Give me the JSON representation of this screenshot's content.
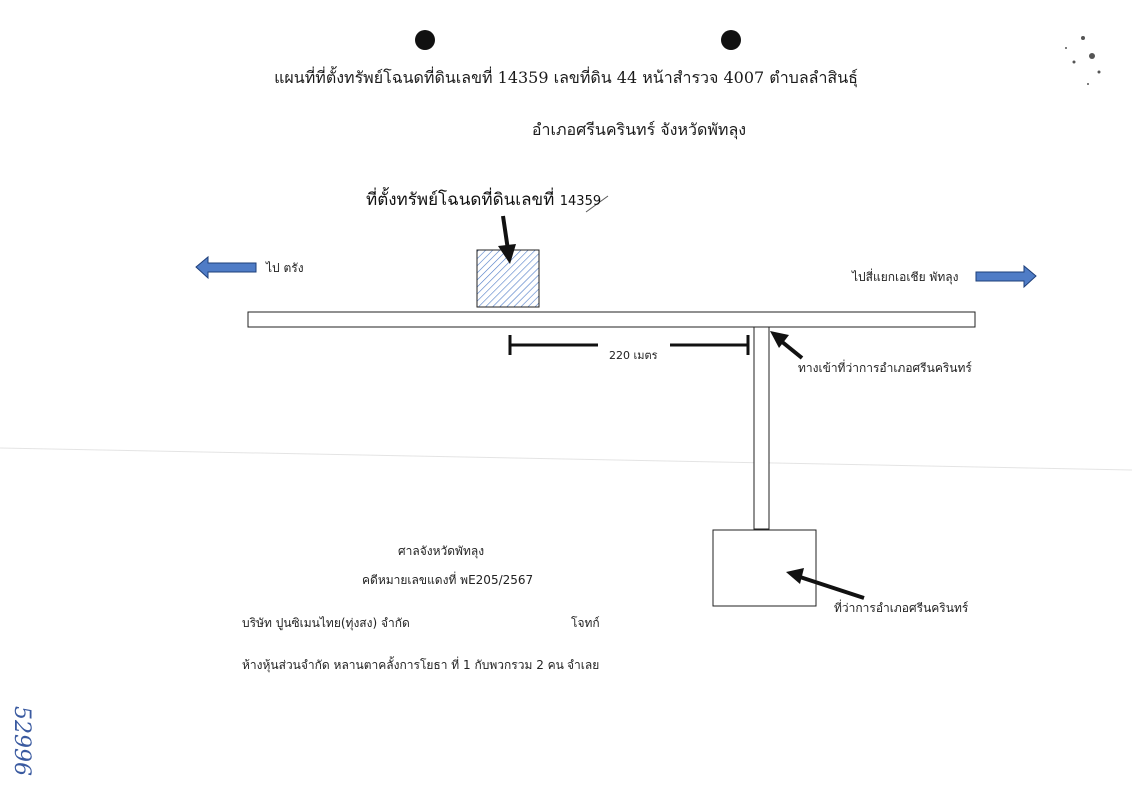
{
  "header": {
    "title_line1": "แผนที่ที่ตั้งทรัพย์โฉนดที่ดินเลขที่ 14359 เลขที่ดิน 44 หน้าสำรวจ 4007 ตำบลลำสินธุ์",
    "title_line2": "อำเภอศรีนครินทร์  จังหวัดพัทลุง"
  },
  "map": {
    "site_label": "ที่ตั้งทรัพย์โฉนดที่ดินเลขที่",
    "site_number": "14359",
    "left_direction": "ไป ตรัง",
    "right_direction": "ไปสี่แยกเอเชีย พัทลุง",
    "distance": "220 เมตร",
    "entrance_label": "ทางเข้าที่ว่าการอำเภอศรีนครินทร์",
    "office_label": "ที่ว่าการอำเภอศรีนครินทร์",
    "arrow_color": "#4f7cc6",
    "hatch_color": "#4f7cc6"
  },
  "case": {
    "court": "ศาลจังหวัดพัทลุง",
    "case_number": "คดีหมายเลขแดงที่ พE205/2567",
    "plaintiff": "บริษัท ปูนซิเมนไทย(ทุ่งสง) จำกัด",
    "plaintiff_role": "โจทก์",
    "defendant": "ห้างหุ้นส่วนจำกัด หลานตาคลั้งการโยธา ที่ 1 กับพวกรวม 2 คน",
    "defendant_role": "จำเลย"
  },
  "handwritten_number": "52996"
}
